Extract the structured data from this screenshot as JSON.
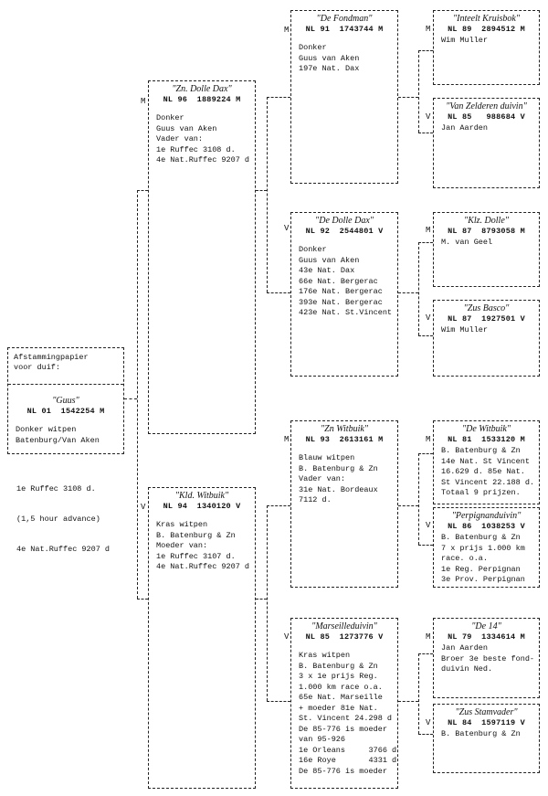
{
  "header": {
    "line1": "Afstammingpapier",
    "line2": "voor duif:"
  },
  "subject": {
    "name": "\"Guus\"",
    "ring": "NL 01  1542254 M",
    "lines": [
      "Donker witpen",
      "Batenburg/Van Aken"
    ]
  },
  "results": [
    "1e Ruffec 3108 d.",
    "(1,5 hour advance)",
    "4e Nat.Ruffec 9207 d"
  ],
  "sire": {
    "sex": "M",
    "name": "\"Zn. Dolle Dax\"",
    "ring": "NL 96  1889224 M",
    "lines": [
      "Donker",
      "Guus van Aken",
      "Vader van:",
      "1e Ruffec 3108 d.",
      "4e Nat.Ruffec 9207 d"
    ]
  },
  "dam": {
    "sex": "V",
    "name": "\"Kld. Witbuik\"",
    "ring": "NL 94  1340120 V",
    "lines": [
      "Kras witpen",
      "B. Batenburg & Zn",
      "Moeder van:",
      "1e Ruffec 3107 d.",
      "4e Nat.Ruffec 9207 d"
    ]
  },
  "sire_sire": {
    "sex": "M",
    "name": "\"De Fondman\"",
    "ring": "NL 91  1743744 M",
    "lines": [
      "Donker",
      "Guus van Aken",
      "197e Nat. Dax"
    ]
  },
  "sire_dam": {
    "sex": "V",
    "name": "\"De Dolle Dax\"",
    "ring": "NL 92  2544801 V",
    "lines": [
      "Donker",
      "Guus van Aken",
      "43e Nat. Dax",
      "66e Nat. Bergerac",
      "176e Nat. Bergerac",
      "393e Nat. Bergerac",
      "423e Nat. St.Vincent"
    ]
  },
  "dam_sire": {
    "sex": "M",
    "name": "\"Zn Witbuik\"",
    "ring": "NL 93  2613161 M",
    "lines": [
      "Blauw witpen",
      "B. Batenburg & Zn",
      "Vader van:",
      "31e Nat. Bordeaux",
      "7112 d."
    ]
  },
  "dam_dam": {
    "sex": "V",
    "name": "\"Marseilleduivin\"",
    "ring": "NL 85  1273776 V",
    "lines": [
      "Kras witpen",
      "B. Batenburg & Zn",
      "3 x 1e prijs Reg.",
      "1.000 km race o.a.",
      "65e Nat. Marseille",
      "+ moeder 81e Nat.",
      "St. Vincent 24.298 d",
      "",
      "De 85-776 is moeder",
      "van 95-926",
      "1e Orleans     3766 d",
      "16e Roye       4331 d",
      "De 85-776 is moeder"
    ]
  },
  "g1": {
    "sex": "M",
    "name": "\"Inteelt Kruisbok\"",
    "ring": "NL 89  2894512 M",
    "lines": [
      "Wim Muller"
    ]
  },
  "g2": {
    "sex": "V",
    "name": "\"Van Zelderen duivin\"",
    "ring": "NL 85   988684 V",
    "lines": [
      "Jan Aarden"
    ]
  },
  "g3": {
    "sex": "M",
    "name": "\"Klz. Dolle\"",
    "ring": "NL 87  8793058 M",
    "lines": [
      "M. van Geel"
    ]
  },
  "g4": {
    "sex": "V",
    "name": "\"Zus Basco\"",
    "ring": "NL 87  1927501 V",
    "lines": [
      "Wim Muller"
    ]
  },
  "g5": {
    "sex": "M",
    "name": "\"De Witbuik\"",
    "ring": "NL 81  1533120 M",
    "lines": [
      "B. Batenburg & Zn",
      "14e Nat. St Vincent",
      "16.629 d. 85e Nat.",
      "St Vincent 22.188 d.",
      "Totaal 9 prijzen."
    ]
  },
  "g6": {
    "sex": "V",
    "name": "\"Perpignanduivin\"",
    "ring": "NL 86  1038253 V",
    "lines": [
      "B. Batenburg & Zn",
      "7 x prijs 1.000 km",
      "race. o.a.",
      "1e Reg. Perpignan",
      "3e Prov. Perpignan"
    ]
  },
  "g7": {
    "sex": "M",
    "name": "\"De 14\"",
    "ring": "NL 79  1334614 M",
    "lines": [
      "Jan Aarden",
      "Broer 3e beste fond-",
      "duivin Ned."
    ]
  },
  "g8": {
    "sex": "V",
    "name": "\"Zus Stamvader\"",
    "ring": "NL 84  1597119 V",
    "lines": [
      "B. Batenburg & Zn"
    ]
  }
}
